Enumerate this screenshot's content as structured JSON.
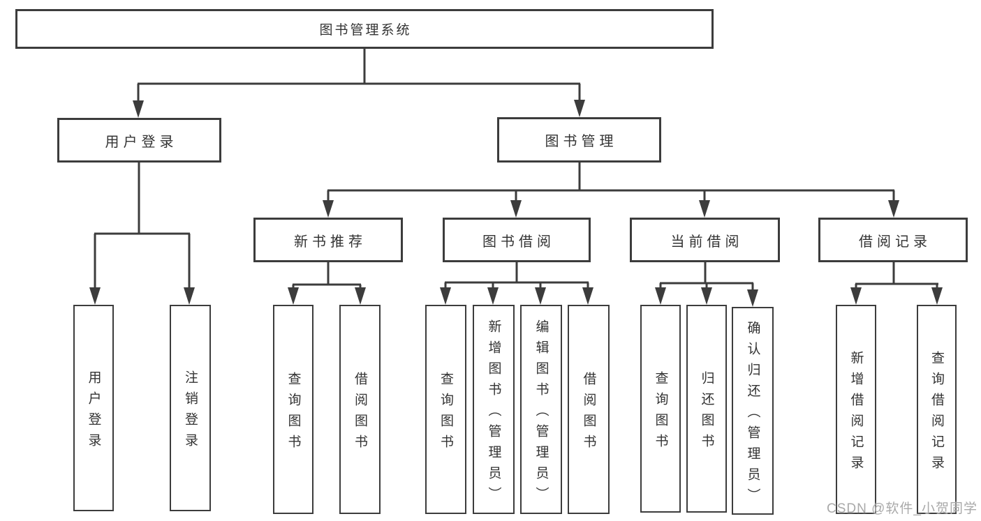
{
  "diagram_title": "图书管理系统",
  "nodes": {
    "root": "图书管理系统",
    "user_login": "用户登录",
    "book_mgmt": "图书管理",
    "new_book_rec": "新书推荐",
    "book_borrow": "图书借阅",
    "current_borrow": "当前借阅",
    "borrow_record": "借阅记录",
    "leaf_user_login": "用户登录",
    "leaf_logout": "注销登录",
    "leaf_query_book_1": "查询图书",
    "leaf_borrow_book_1": "借阅图书",
    "leaf_query_book_2": "查询图书",
    "leaf_add_book": "新增图书（管理员）",
    "leaf_edit_book": "编辑图书（管理员）",
    "leaf_borrow_book_2": "借阅图书",
    "leaf_query_book_3": "查询图书",
    "leaf_return_book": "归还图书",
    "leaf_confirm_return": "确认归还（管理员）",
    "leaf_add_record": "新增借阅记录",
    "leaf_query_record": "查询借阅记录"
  },
  "hierarchy": {
    "图书管理系统": [
      "用户登录",
      "图书管理"
    ],
    "用户登录": [
      "用户登录",
      "注销登录"
    ],
    "图书管理": [
      "新书推荐",
      "图书借阅",
      "当前借阅",
      "借阅记录"
    ],
    "新书推荐": [
      "查询图书",
      "借阅图书"
    ],
    "图书借阅": [
      "查询图书",
      "新增图书（管理员）",
      "编辑图书（管理员）",
      "借阅图书"
    ],
    "当前借阅": [
      "查询图书",
      "归还图书",
      "确认归还（管理员）"
    ],
    "借阅记录": [
      "新增借阅记录",
      "查询借阅记录"
    ]
  },
  "colors": {
    "line": "#3c3c3c",
    "text": "#333333",
    "background": "#ffffff",
    "watermark": "#a9a9a9"
  },
  "watermark": "CSDN @软件_小贺同学"
}
